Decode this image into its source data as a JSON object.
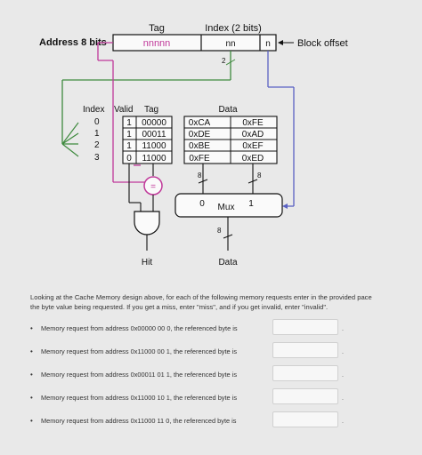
{
  "diagram": {
    "address_label": "Address  8 bits",
    "tag_header": "Tag",
    "tag_field": "nnnnn",
    "index_header": "Index (2 bits)",
    "index_field": "nn",
    "offset_field": "n",
    "block_offset_label": "Block offset",
    "index_bus_label": "2",
    "table_headers": {
      "index": "Index",
      "valid": "Valid",
      "tag": "Tag",
      "data": "Data"
    },
    "rows": [
      {
        "index": "0",
        "valid": "1",
        "tag": "00000",
        "data0": "0xCA",
        "data1": "0xFE"
      },
      {
        "index": "1",
        "valid": "1",
        "tag": "00011",
        "data0": "0xDE",
        "data1": "0xAD"
      },
      {
        "index": "2",
        "valid": "1",
        "tag": "11000",
        "data0": "0xBE",
        "data1": "0xEF"
      },
      {
        "index": "3",
        "valid": "0",
        "tag": "11000",
        "data0": "0xFE",
        "data1": "0xED"
      }
    ],
    "comparator": "=",
    "bus_width_left": "8",
    "bus_width_right": "8",
    "bus_width_out": "8",
    "mux_label": "Mux",
    "mux_in0": "0",
    "mux_in1": "1",
    "hit_label": "Hit",
    "data_label": "Data"
  },
  "question": {
    "prompt": "Looking at the Cache Memory design above, for each of the following memory requests enter in the provided pace the byte value being requested. If you get a miss, enter \"miss\", and if you get invalid, enter \"invalid\".",
    "items": [
      {
        "text": "Memory request from address 0x00000 00 0, the referenced byte is",
        "value": ""
      },
      {
        "text": "Memory request from address 0x11000 00 1, the referenced byte is",
        "value": ""
      },
      {
        "text": "Memory request from address 0x00011 01 1, the referenced byte is",
        "value": ""
      },
      {
        "text": "Memory request from address 0x11000 10 1, the referenced byte is",
        "value": ""
      },
      {
        "text": "Memory request from address 0x11000 11 0, the referenced byte is",
        "value": ""
      }
    ]
  },
  "colors": {
    "pink": "#c0399a",
    "purple": "#5a62c4",
    "green": "#3e8a3e",
    "background": "#e9e9e9"
  }
}
